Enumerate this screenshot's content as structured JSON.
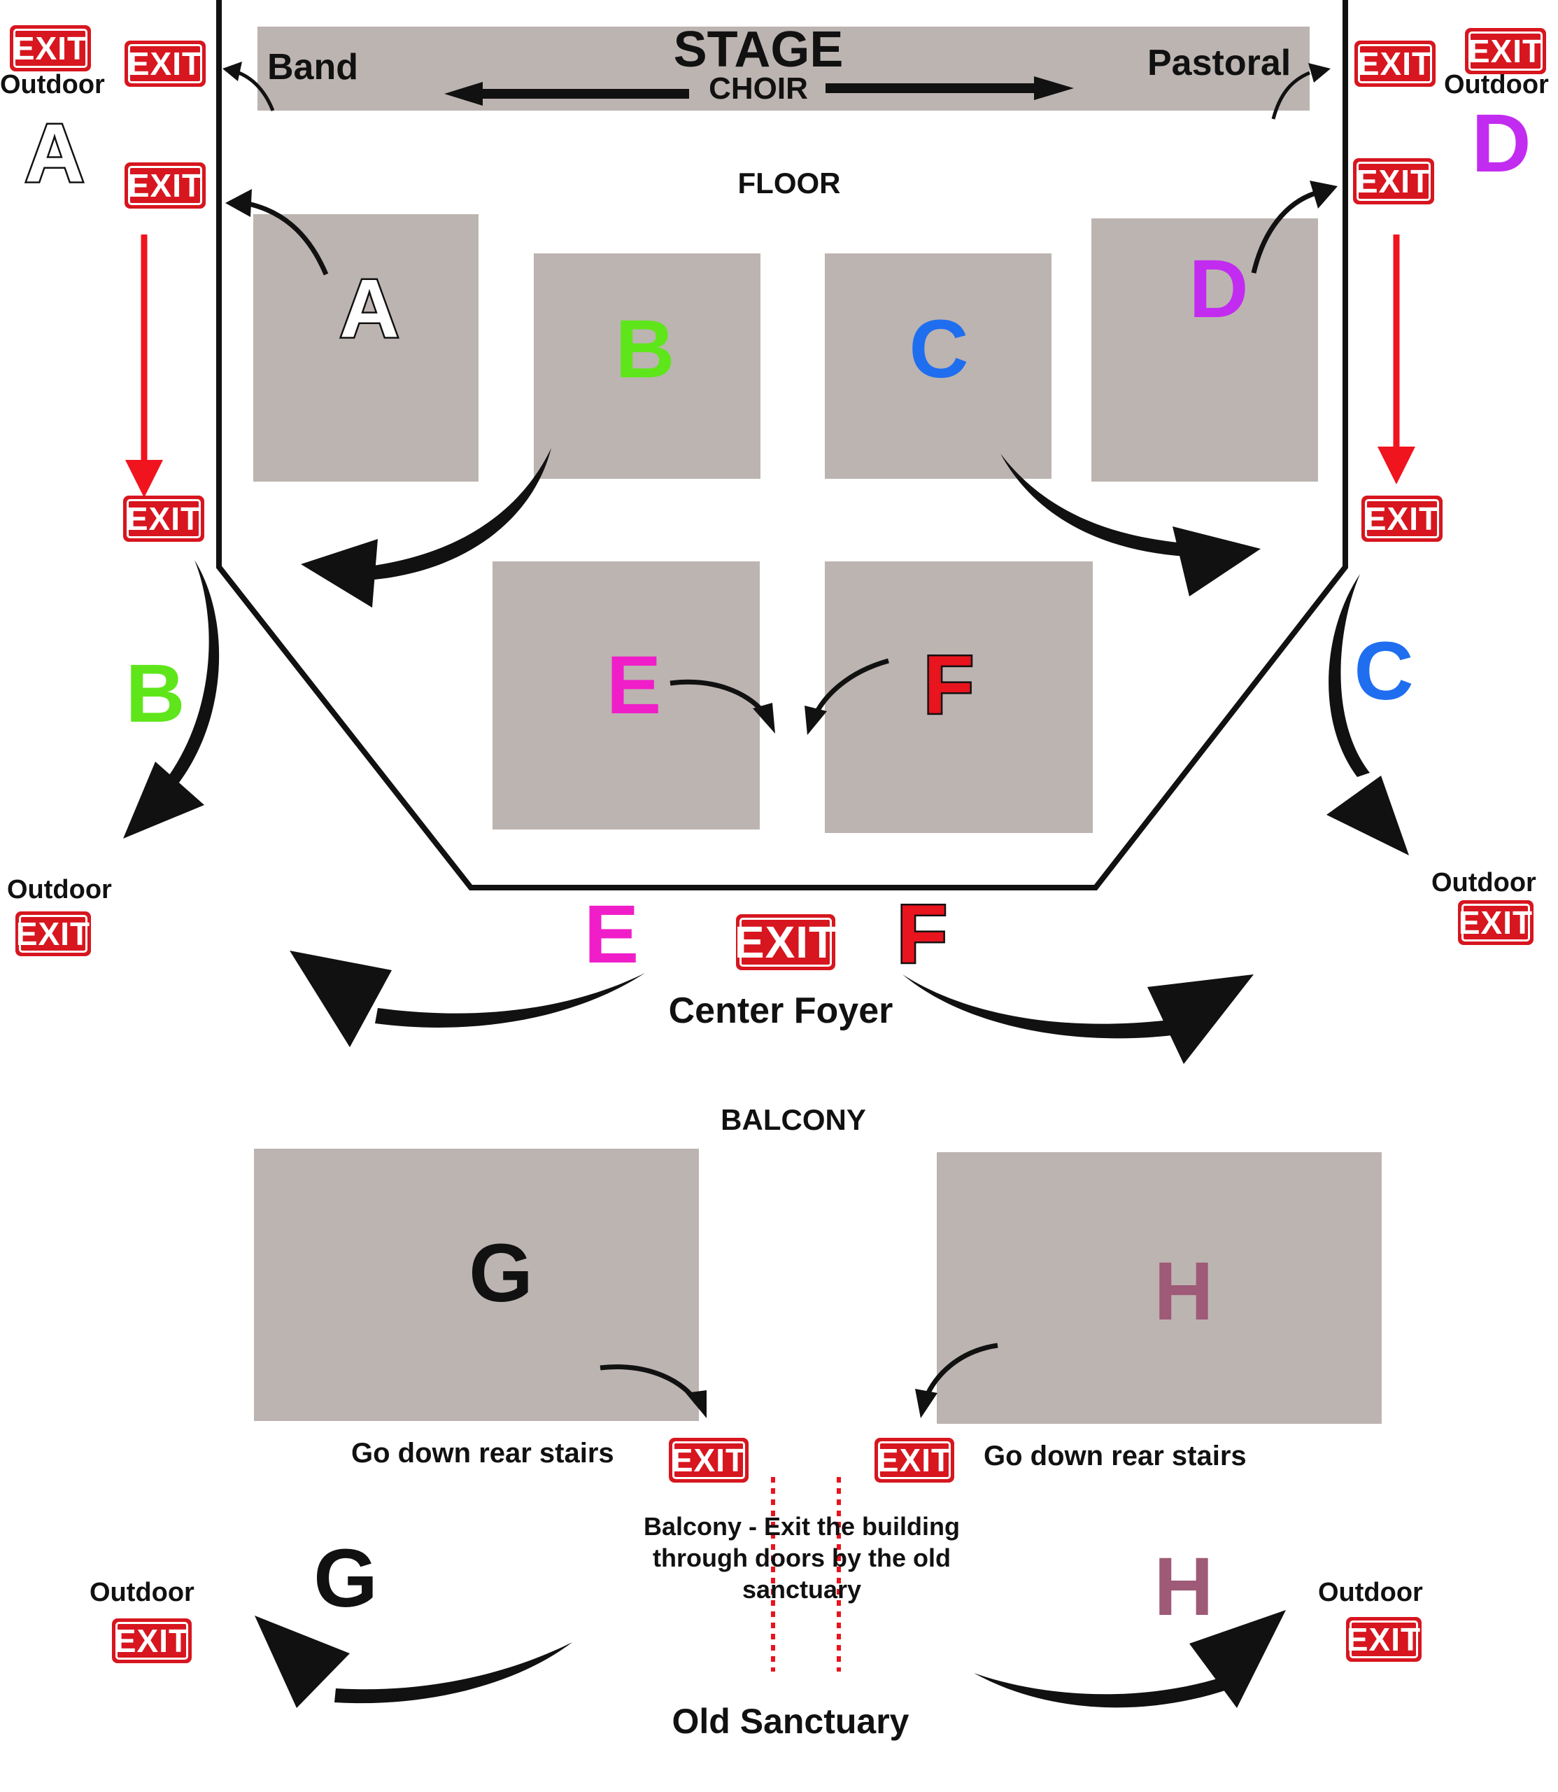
{
  "stage": {
    "title": "STAGE",
    "choir": "CHOIR",
    "band": "Band",
    "pastoral": "Pastoral"
  },
  "floor": {
    "title": "FLOOR"
  },
  "balcony": {
    "title": "BALCONY"
  },
  "sections": {
    "A": {
      "label": "A",
      "color": "#ffffff"
    },
    "B": {
      "label": "B",
      "color": "#5ee61a"
    },
    "C": {
      "label": "C",
      "color": "#1f6ef0"
    },
    "D": {
      "label": "D",
      "color": "#c22cf0"
    },
    "E": {
      "label": "E",
      "color": "#f01ec8"
    },
    "F": {
      "label": "F",
      "color": "#e8141e"
    },
    "G": {
      "label": "G",
      "color": "#111111"
    },
    "H": {
      "label": "H",
      "color": "#9e5a76"
    }
  },
  "exit_label": "EXIT",
  "outdoor_label": "Outdoor",
  "center_foyer": "Center Foyer",
  "old_sanctuary": "Old Sanctuary",
  "rear_stairs": "Go down rear stairs",
  "balcony_note": "Balcony - Exit the building through doors by the old sanctuary",
  "colors": {
    "seat_block": "#bcb4b1",
    "exit_red": "#d7161f",
    "route_red": "#f0141e",
    "walls": "#111111"
  }
}
